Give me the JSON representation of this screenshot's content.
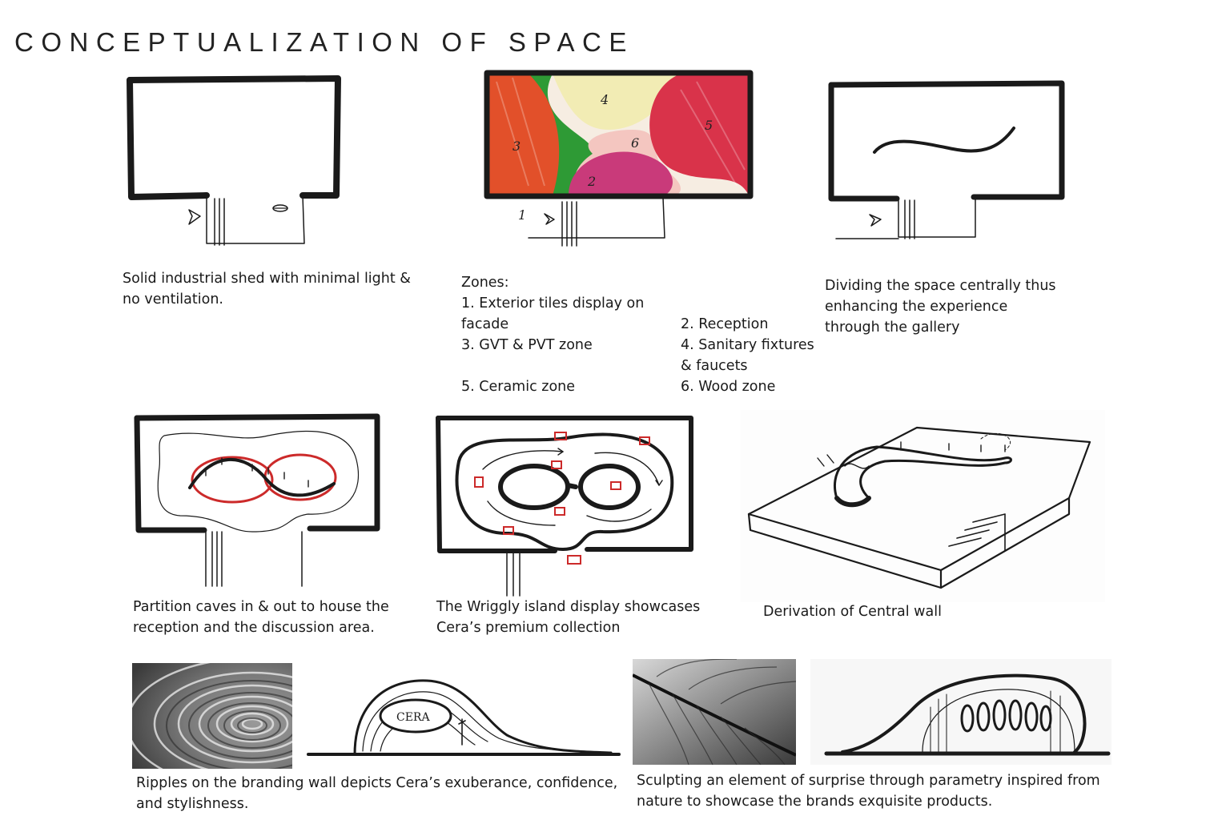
{
  "title": "CONCEPTUALIZATION OF SPACE",
  "captions": {
    "shed": [
      "Solid industrial shed with minimal light &",
      "no ventilation."
    ],
    "zones_left": [
      "Zones:",
      "1. Exterior tiles display on",
      "facade",
      "3. GVT & PVT zone",
      "",
      "5. Ceramic zone"
    ],
    "zones_right": [
      "2. Reception",
      "4. Sanitary fixtures",
      "& faucets",
      "6. Wood zone"
    ],
    "dividing": [
      "Dividing the space centrally thus",
      "enhancing the experience",
      "through the gallery"
    ],
    "partition": [
      "Partition caves in & out to house the",
      "reception and the discussion area."
    ],
    "wriggly": [
      "The Wriggly island display showcases",
      "Cera’s premium collection"
    ],
    "derivation": [
      "Derivation of Central wall"
    ],
    "ripples": [
      "Ripples on the branding wall depicts Cera’s exuberance, confidence,",
      "and stylishness."
    ],
    "sculpting": [
      "Sculpting an element of surprise through parametry inspired from",
      "nature to showcase the brands exquisite products."
    ]
  },
  "sketch_labels": {
    "zone_numbers": [
      "4",
      "5",
      "3",
      "6",
      "2"
    ],
    "entry_number": "1",
    "brand": "CERA"
  },
  "colors": {
    "zone_orange": "#e2502a",
    "zone_green": "#2e9a35",
    "zone_yellow": "#f2ecb4",
    "zone_pink_light": "#f4c6c0",
    "zone_red": "#d9334a",
    "zone_magenta": "#c93a7a",
    "partition_red": "#cc2a2a",
    "ink": "#1a1a1a"
  }
}
